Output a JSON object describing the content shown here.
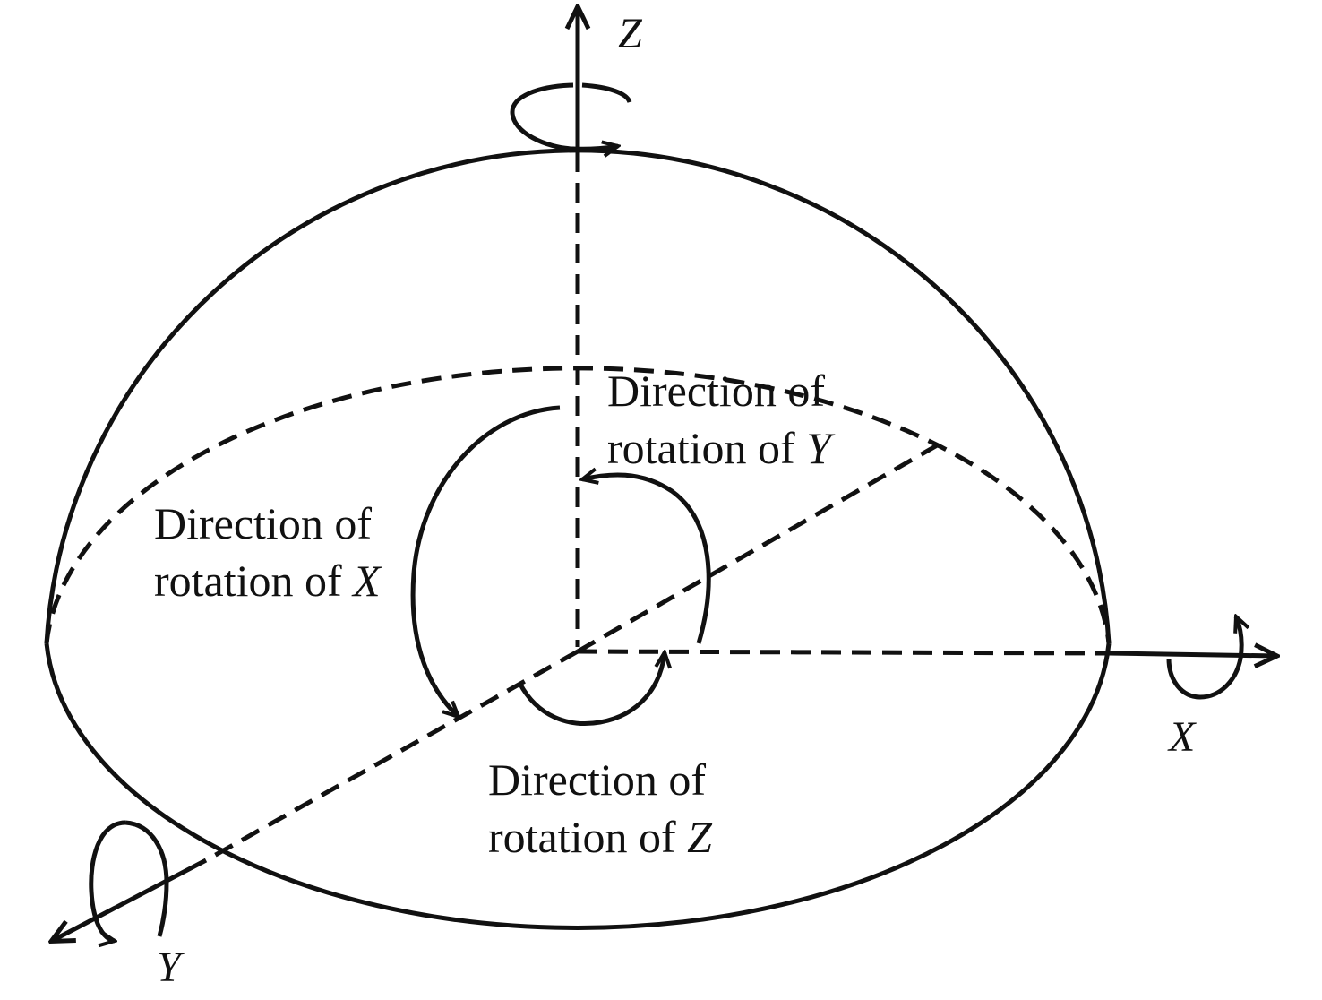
{
  "axes": {
    "x": "X",
    "y": "Y",
    "z": "Z"
  },
  "labels": {
    "rot_y": {
      "line1": "Direction of",
      "line2": "rotation of ",
      "axis": "Y"
    },
    "rot_x": {
      "line1": "Direction of",
      "line2": "rotation of ",
      "axis": "X"
    },
    "rot_z": {
      "line1": "Direction of",
      "line2": "rotation of ",
      "axis": "Z"
    }
  },
  "colors": {
    "stroke": "#111111",
    "background": "#ffffff"
  }
}
